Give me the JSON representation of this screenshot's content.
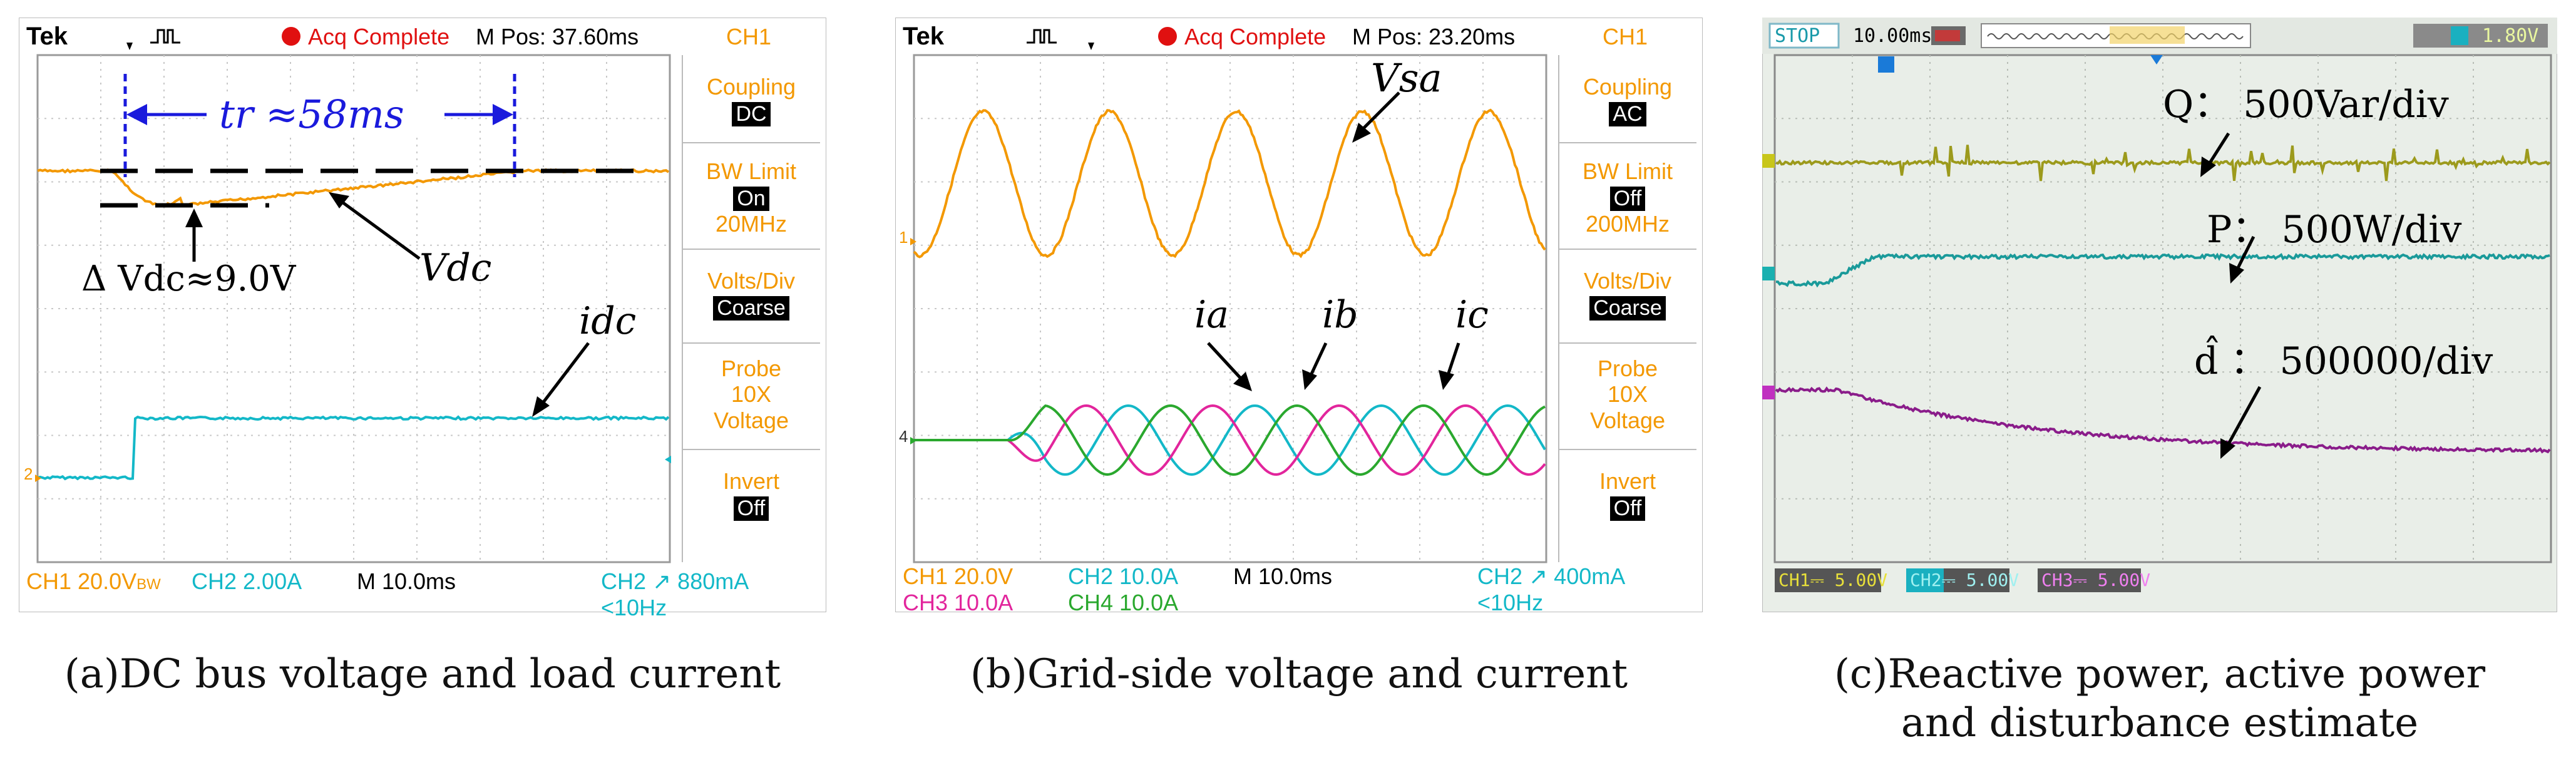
{
  "panel_a": {
    "brand": "Tek",
    "acq": "Acq Complete",
    "mpos": "M Pos: 37.60ms",
    "channel": "CH1",
    "menu": [
      {
        "title": "Coupling",
        "value": "DC"
      },
      {
        "title": "BW Limit",
        "value": "On",
        "extra": "20MHz"
      },
      {
        "title": "Volts/Div",
        "value": "Coarse"
      },
      {
        "title": "Probe",
        "extra1": "10X",
        "extra2": "Voltage"
      },
      {
        "title": "Invert",
        "value": "Off"
      }
    ],
    "bottom": {
      "ch1": "CH1  20.0V",
      "bw": "BW",
      "ch2": "CH2  2.00A",
      "m": "M 10.0ms",
      "ch2_trig": "CH2 ↗ 880mA",
      "freq": "<10Hz"
    },
    "annotations": {
      "tr_label": "tr ≈58ms",
      "dv_label": "Δ Vdc≈9.0V",
      "vdc_label": "Vdc",
      "idc_label": "idc"
    },
    "caption": "(a)DC bus voltage and load current",
    "colors": {
      "ch1": "#f39800",
      "ch2": "#13b8c8",
      "annot": "#1a1adc"
    }
  },
  "panel_b": {
    "brand": "Tek",
    "acq": "Acq Complete",
    "mpos": "M Pos: 23.20ms",
    "channel": "CH1",
    "menu": [
      {
        "title": "Coupling",
        "value": "AC"
      },
      {
        "title": "BW Limit",
        "value": "Off",
        "extra": "200MHz"
      },
      {
        "title": "Volts/Div",
        "value": "Coarse"
      },
      {
        "title": "Probe",
        "extra1": "10X",
        "extra2": "Voltage"
      },
      {
        "title": "Invert",
        "value": "Off"
      }
    ],
    "bottom": {
      "ch1": "CH1  20.0V",
      "ch2": "CH2  10.0A",
      "m": "M 10.0ms",
      "ch2_trig": "CH2 ↗ 400mA",
      "ch3": "CH3  10.0A",
      "ch4": "CH4  10.0A",
      "freq": "<10Hz"
    },
    "annotations": {
      "vsa": "Vsa",
      "ia": "ia",
      "ib": "ib",
      "ic": "ic"
    },
    "caption": "(b)Grid-side voltage and current",
    "colors": {
      "ch1": "#f39800",
      "ch2": "#13b8c8",
      "ch3": "#e2259c",
      "ch4": "#2aa82e"
    }
  },
  "panel_c": {
    "stop": "STOP",
    "timebase": "10.00ms",
    "trigger": "1.80V",
    "annotations": {
      "q": "Q： 500Var/div",
      "p": "P： 500W/div",
      "d": "d̂ ： 500000/div"
    },
    "bottom": {
      "ch1": "CH1⎓  5.00V",
      "ch2": "CH2⎓  5.00V",
      "ch3": "CH3⎓  5.00V"
    },
    "caption_line1": "(c)Reactive power, active power",
    "caption_line2": "and disturbance estimate",
    "colors": {
      "ch1": "#9c9a1c",
      "ch2": "#1a9a9a",
      "ch3": "#8a1c8a",
      "bg": "#e9eee8"
    }
  }
}
